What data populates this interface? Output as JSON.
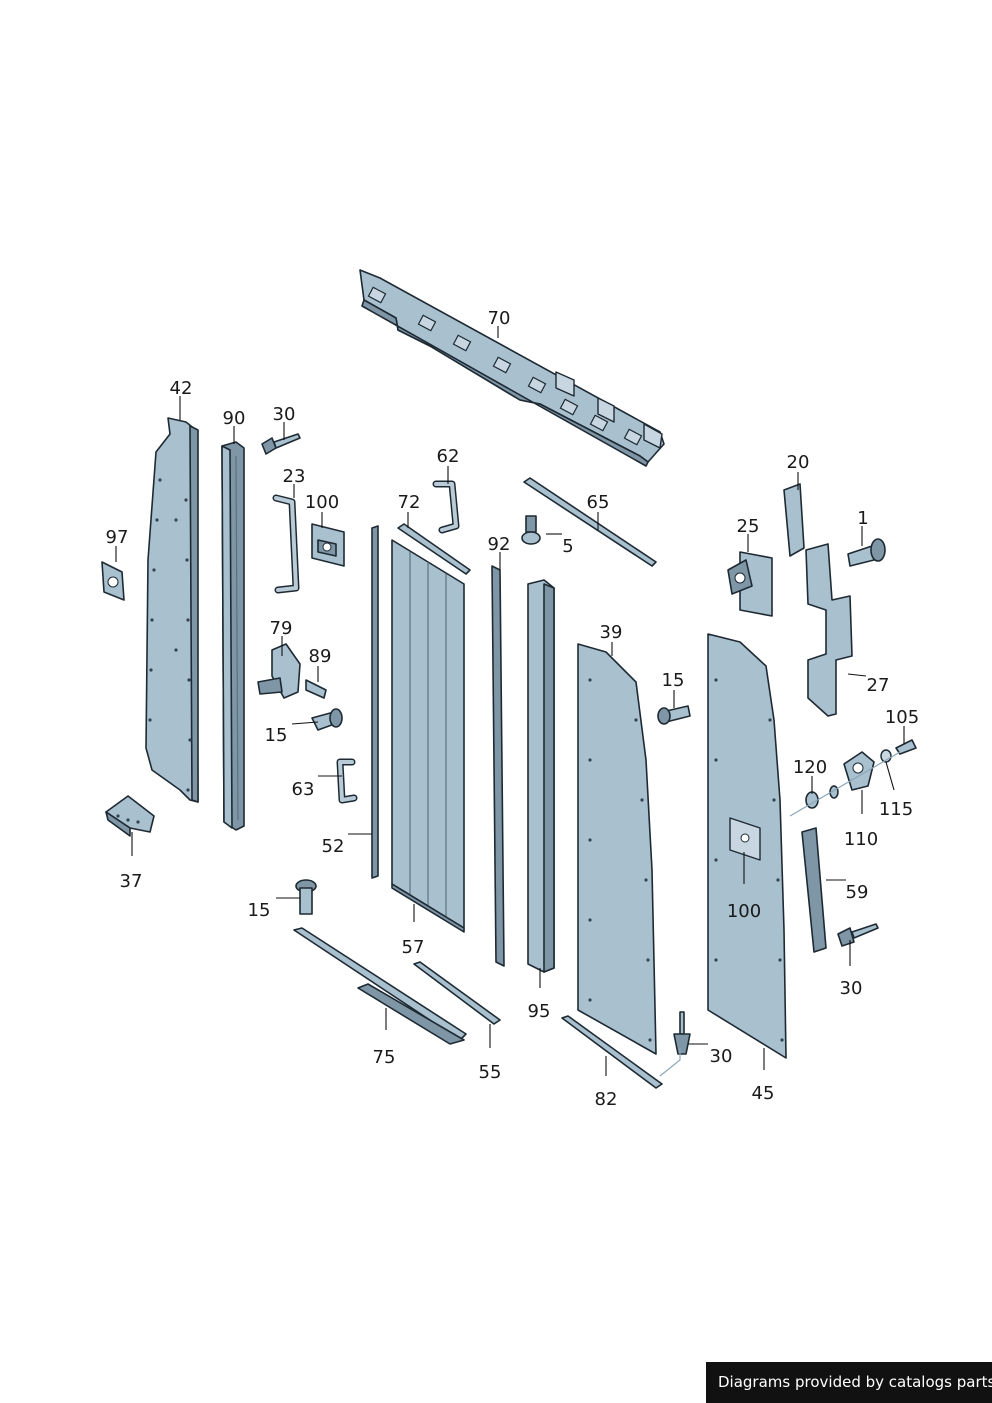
{
  "callouts": [
    {
      "id": "c70",
      "label": "70"
    },
    {
      "id": "c42",
      "label": "42"
    },
    {
      "id": "c90",
      "label": "90"
    },
    {
      "id": "c30a",
      "label": "30"
    },
    {
      "id": "c23",
      "label": "23"
    },
    {
      "id": "c100a",
      "label": "100"
    },
    {
      "id": "c97",
      "label": "97"
    },
    {
      "id": "c62",
      "label": "62"
    },
    {
      "id": "c72",
      "label": "72"
    },
    {
      "id": "c65",
      "label": "65"
    },
    {
      "id": "c92",
      "label": "92"
    },
    {
      "id": "c5",
      "label": "5"
    },
    {
      "id": "c20",
      "label": "20"
    },
    {
      "id": "c25",
      "label": "25"
    },
    {
      "id": "c1",
      "label": "1"
    },
    {
      "id": "c79",
      "label": "79"
    },
    {
      "id": "c89",
      "label": "89"
    },
    {
      "id": "c39",
      "label": "39"
    },
    {
      "id": "c15a",
      "label": "15"
    },
    {
      "id": "c15b",
      "label": "15"
    },
    {
      "id": "c27",
      "label": "27"
    },
    {
      "id": "c105",
      "label": "105"
    },
    {
      "id": "c63",
      "label": "63"
    },
    {
      "id": "c120",
      "label": "120"
    },
    {
      "id": "c115",
      "label": "115"
    },
    {
      "id": "c110",
      "label": "110"
    },
    {
      "id": "c52",
      "label": "52"
    },
    {
      "id": "c37",
      "label": "37"
    },
    {
      "id": "c59",
      "label": "59"
    },
    {
      "id": "c100b",
      "label": "100"
    },
    {
      "id": "c15c",
      "label": "15"
    },
    {
      "id": "c57",
      "label": "57"
    },
    {
      "id": "c30b",
      "label": "30"
    },
    {
      "id": "c95",
      "label": "95"
    },
    {
      "id": "c75",
      "label": "75"
    },
    {
      "id": "c30c",
      "label": "30"
    },
    {
      "id": "c55",
      "label": "55"
    },
    {
      "id": "c45",
      "label": "45"
    },
    {
      "id": "c82",
      "label": "82"
    }
  ],
  "credit": "Diagrams provided by catalogs parts"
}
